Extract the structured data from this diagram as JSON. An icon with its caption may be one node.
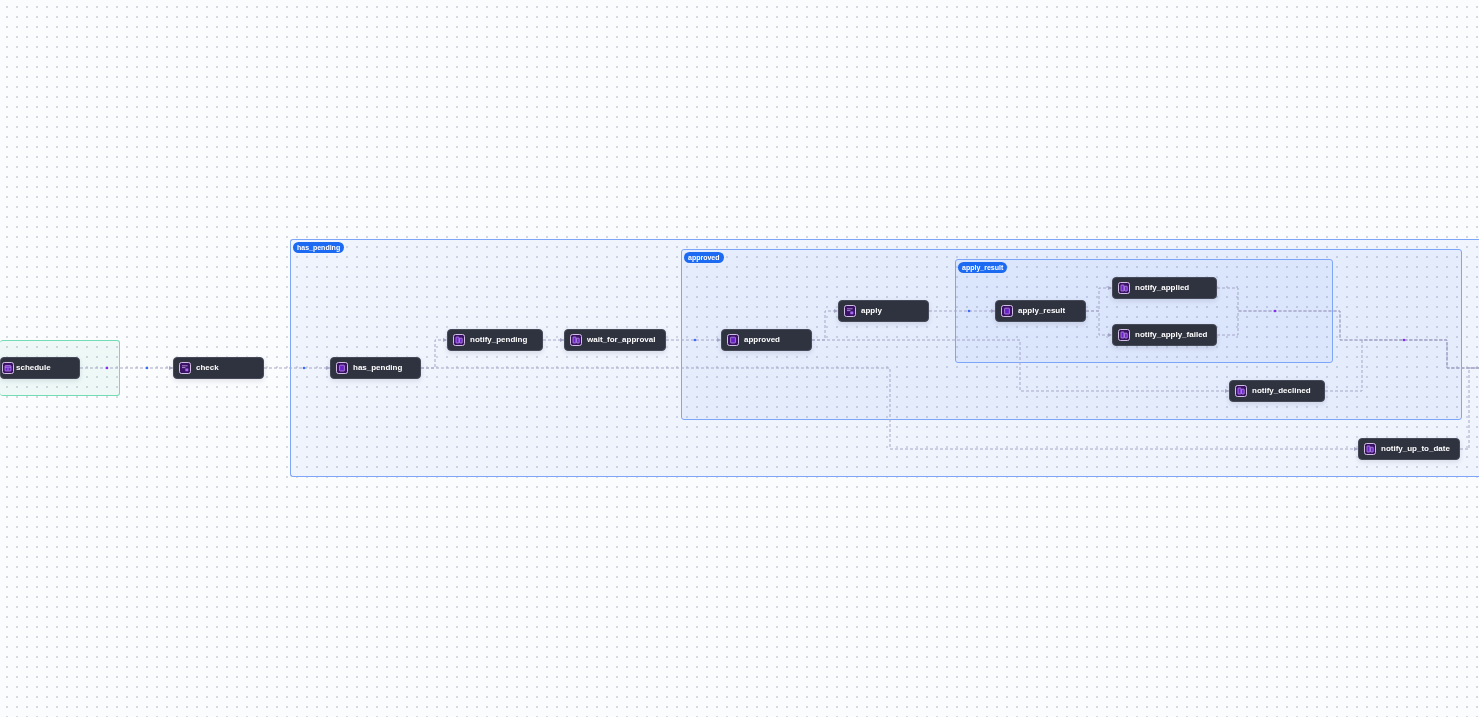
{
  "diagram": {
    "nodes": [
      {
        "text": [],
        "shape": "box"
      },
      {
        "text": [
          "schedule"
        ],
        "in": 0
      },
      {
        "text": [
          "check"
        ]
      },
      {
        "text": [
          "has_pending"
        ]
      },
      {
        "text": [
          "has_pending"
        ],
        "in": 3
      },
      {
        "text": [
          "notify_pending"
        ],
        "in": 3
      },
      {
        "text": [
          "wait_for_approval"
        ],
        "in": 3
      },
      {
        "text": [
          "approved"
        ],
        "in": 3
      },
      {
        "text": [
          "approved"
        ],
        "in": 7
      },
      {
        "text": [
          "apply"
        ],
        "in": 7
      },
      {
        "text": [
          "apply_result"
        ],
        "in": 7
      },
      {
        "text": [
          "apply_result"
        ],
        "in": 10
      },
      {
        "text": [
          "notify_applied"
        ],
        "in": 10
      },
      {
        "text": [
          "notify_apply_failed"
        ],
        "in": 10
      },
      {
        "text": [
          "notify_declined"
        ],
        "in": 7
      },
      {
        "text": [
          "notify_up_to_date"
        ],
        "in": 3
      }
    ],
    "edges": [
      {
        "from": 1,
        "to": 2,
        "arrow": "to"
      },
      {
        "from": 2,
        "to": 4,
        "arrow": "to"
      },
      {
        "from": 4,
        "to": 5,
        "arrow": "to"
      },
      {
        "from": 4,
        "to": 15,
        "arrow": "to"
      },
      {
        "from": 5,
        "to": 6,
        "arrow": "to"
      },
      {
        "from": 6,
        "to": 8,
        "arrow": "to"
      },
      {
        "from": 8,
        "to": 9,
        "arrow": "to"
      },
      {
        "from": 8,
        "to": 14,
        "arrow": "to"
      },
      {
        "from": 9,
        "to": 11,
        "arrow": "to"
      },
      {
        "from": 11,
        "to": 12,
        "arrow": "to"
      },
      {
        "from": 11,
        "to": 13,
        "arrow": "to"
      },
      {
        "from": 12,
        "to": null,
        "arrow": "none"
      },
      {
        "from": 13,
        "to": null,
        "arrow": "none"
      },
      {
        "from": 14,
        "to": null,
        "arrow": "none"
      },
      {
        "from": 15,
        "to": null,
        "arrow": "none"
      }
    ]
  }
}
